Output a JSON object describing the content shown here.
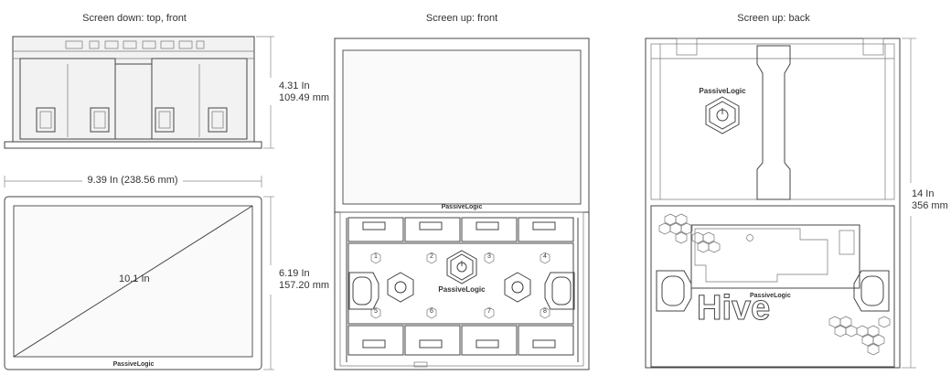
{
  "views": {
    "screen_down": {
      "title": "Screen down: top, front"
    },
    "screen_up_front": {
      "title": "Screen up: front"
    },
    "screen_up_back": {
      "title": "Screen up: back"
    }
  },
  "dimensions": {
    "height_top": {
      "inches": "4.31 In",
      "mm": "109.49 mm"
    },
    "width": {
      "text": "9.39 In (238.56 mm)"
    },
    "diagonal": {
      "text": "10.1 In"
    },
    "height_front": {
      "inches": "6.19 In",
      "mm": "157.20 mm"
    },
    "height_back": {
      "inches": "14 In",
      "mm": "356 mm"
    }
  },
  "brand": {
    "passivelogic": "PassiveLogic",
    "hive": "Hive"
  },
  "ports": [
    "1",
    "2",
    "3",
    "4",
    "5",
    "6",
    "7",
    "8"
  ]
}
